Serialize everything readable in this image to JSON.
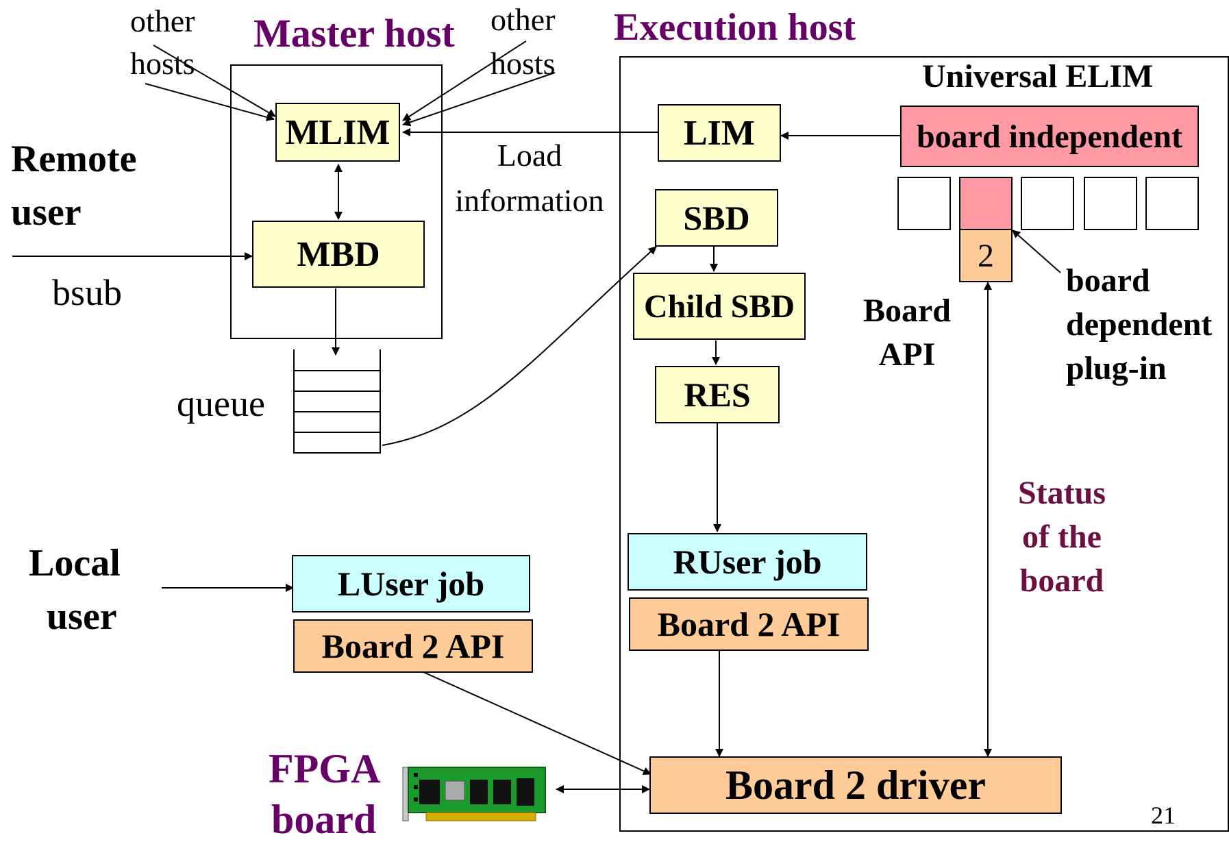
{
  "titles": {
    "master_host": "Master host",
    "execution_host": "Execution host",
    "universal_elim": "Universal ELIM"
  },
  "labels": {
    "other_hosts_left_1": "other",
    "other_hosts_left_2": "hosts",
    "other_hosts_right_1": "other",
    "other_hosts_right_2": "hosts",
    "remote_user_1": "Remote",
    "remote_user_2": "user",
    "bsub": "bsub",
    "load_information_1": "Load",
    "load_information_2": "information",
    "queue": "queue",
    "local_user_1": "Local",
    "local_user_2": "user",
    "fpga_board_1": "FPGA",
    "fpga_board_2": "board",
    "board_api_1": "Board",
    "board_api_2": "API",
    "board_dependent_1": "board",
    "board_dependent_2": "dependent",
    "board_dependent_3": "plug-in",
    "status_1": "Status",
    "status_2": "of the",
    "status_3": "board",
    "page_number": "21"
  },
  "boxes": {
    "mlim": "MLIM",
    "mbd": "MBD",
    "lim": "LIM",
    "sbd": "SBD",
    "child_sbd": "Child SBD",
    "res": "RES",
    "ruser_job": "RUser job",
    "board2_api_remote": "Board 2 API",
    "luser_job": "LUser job",
    "board2_api_local": "Board 2 API",
    "board_independent": "board independent",
    "plugin_slot": "2",
    "board2_driver": "Board 2 driver"
  },
  "colors": {
    "title": "#660066",
    "status": "#6b1040",
    "daemon_fill": "#ffffcc",
    "job_fill": "#ccffff",
    "api_fill": "#ffcc99",
    "elim_fill": "#ff99a3",
    "pcb_green": "#1a9a2a"
  },
  "icons": {
    "fpga_board": "fpga-board-icon"
  }
}
